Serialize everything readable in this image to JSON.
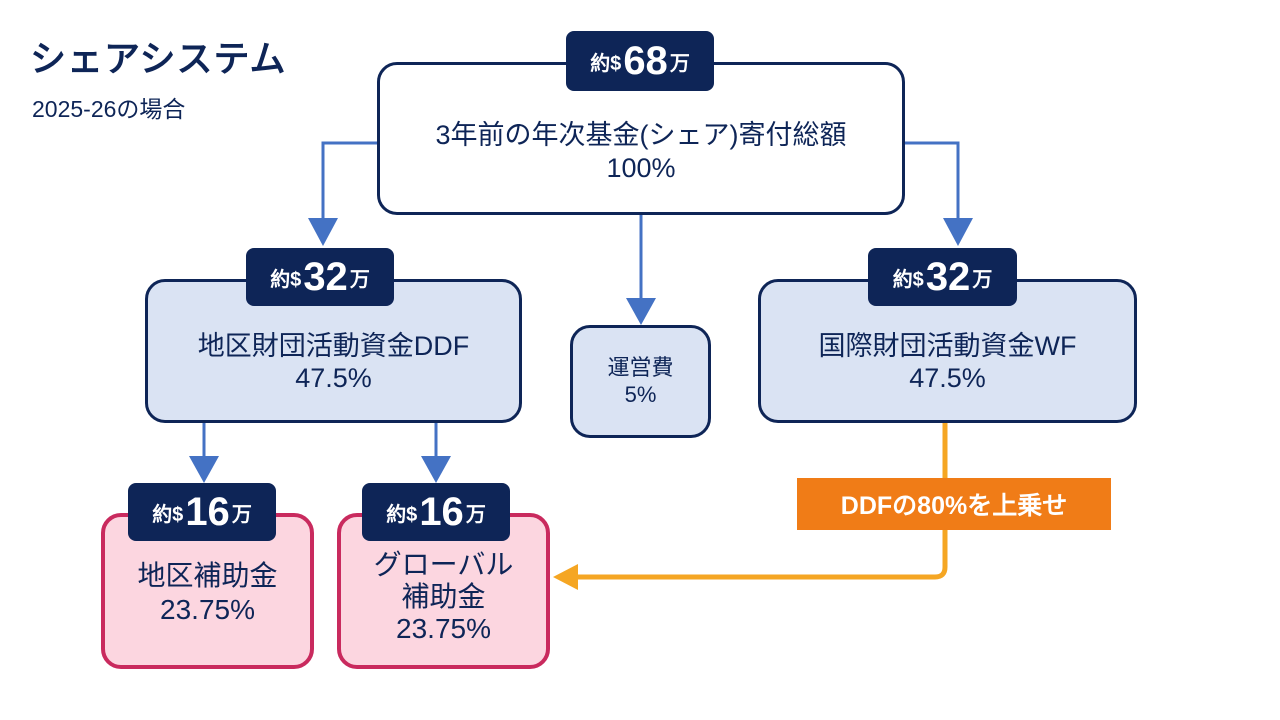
{
  "title": "シェアシステム",
  "subtitle": "2025-26の場合",
  "top": {
    "badge_prefix": "約$",
    "badge_amount": "68",
    "badge_unit": "万",
    "label": "3年前の年次基金(シェア)寄付総額",
    "percent": "100%"
  },
  "ddf": {
    "badge_prefix": "約$",
    "badge_amount": "32",
    "badge_unit": "万",
    "label": "地区財団活動資金DDF",
    "percent": "47.5%"
  },
  "ops": {
    "label": "運営費",
    "percent": "5%"
  },
  "wf": {
    "badge_prefix": "約$",
    "badge_amount": "32",
    "badge_unit": "万",
    "label": "国際財団活動資金WF",
    "percent": "47.5%"
  },
  "district_grant": {
    "badge_prefix": "約$",
    "badge_amount": "16",
    "badge_unit": "万",
    "label": "地区補助金",
    "percent": "23.75%"
  },
  "global_grant": {
    "badge_prefix": "約$",
    "badge_amount": "16",
    "badge_unit": "万",
    "label_line1": "グローバル",
    "label_line2": "補助金",
    "percent": "23.75%"
  },
  "match_label": "DDFの80%を上乗せ",
  "colors": {
    "navy": "#0e2557",
    "arrow_blue": "#4472c4",
    "light_blue": "#dae3f3",
    "pink": "#fcd6e0",
    "pink_border": "#c92a5e",
    "orange": "#f07c17",
    "orange_line": "#f5a623"
  }
}
